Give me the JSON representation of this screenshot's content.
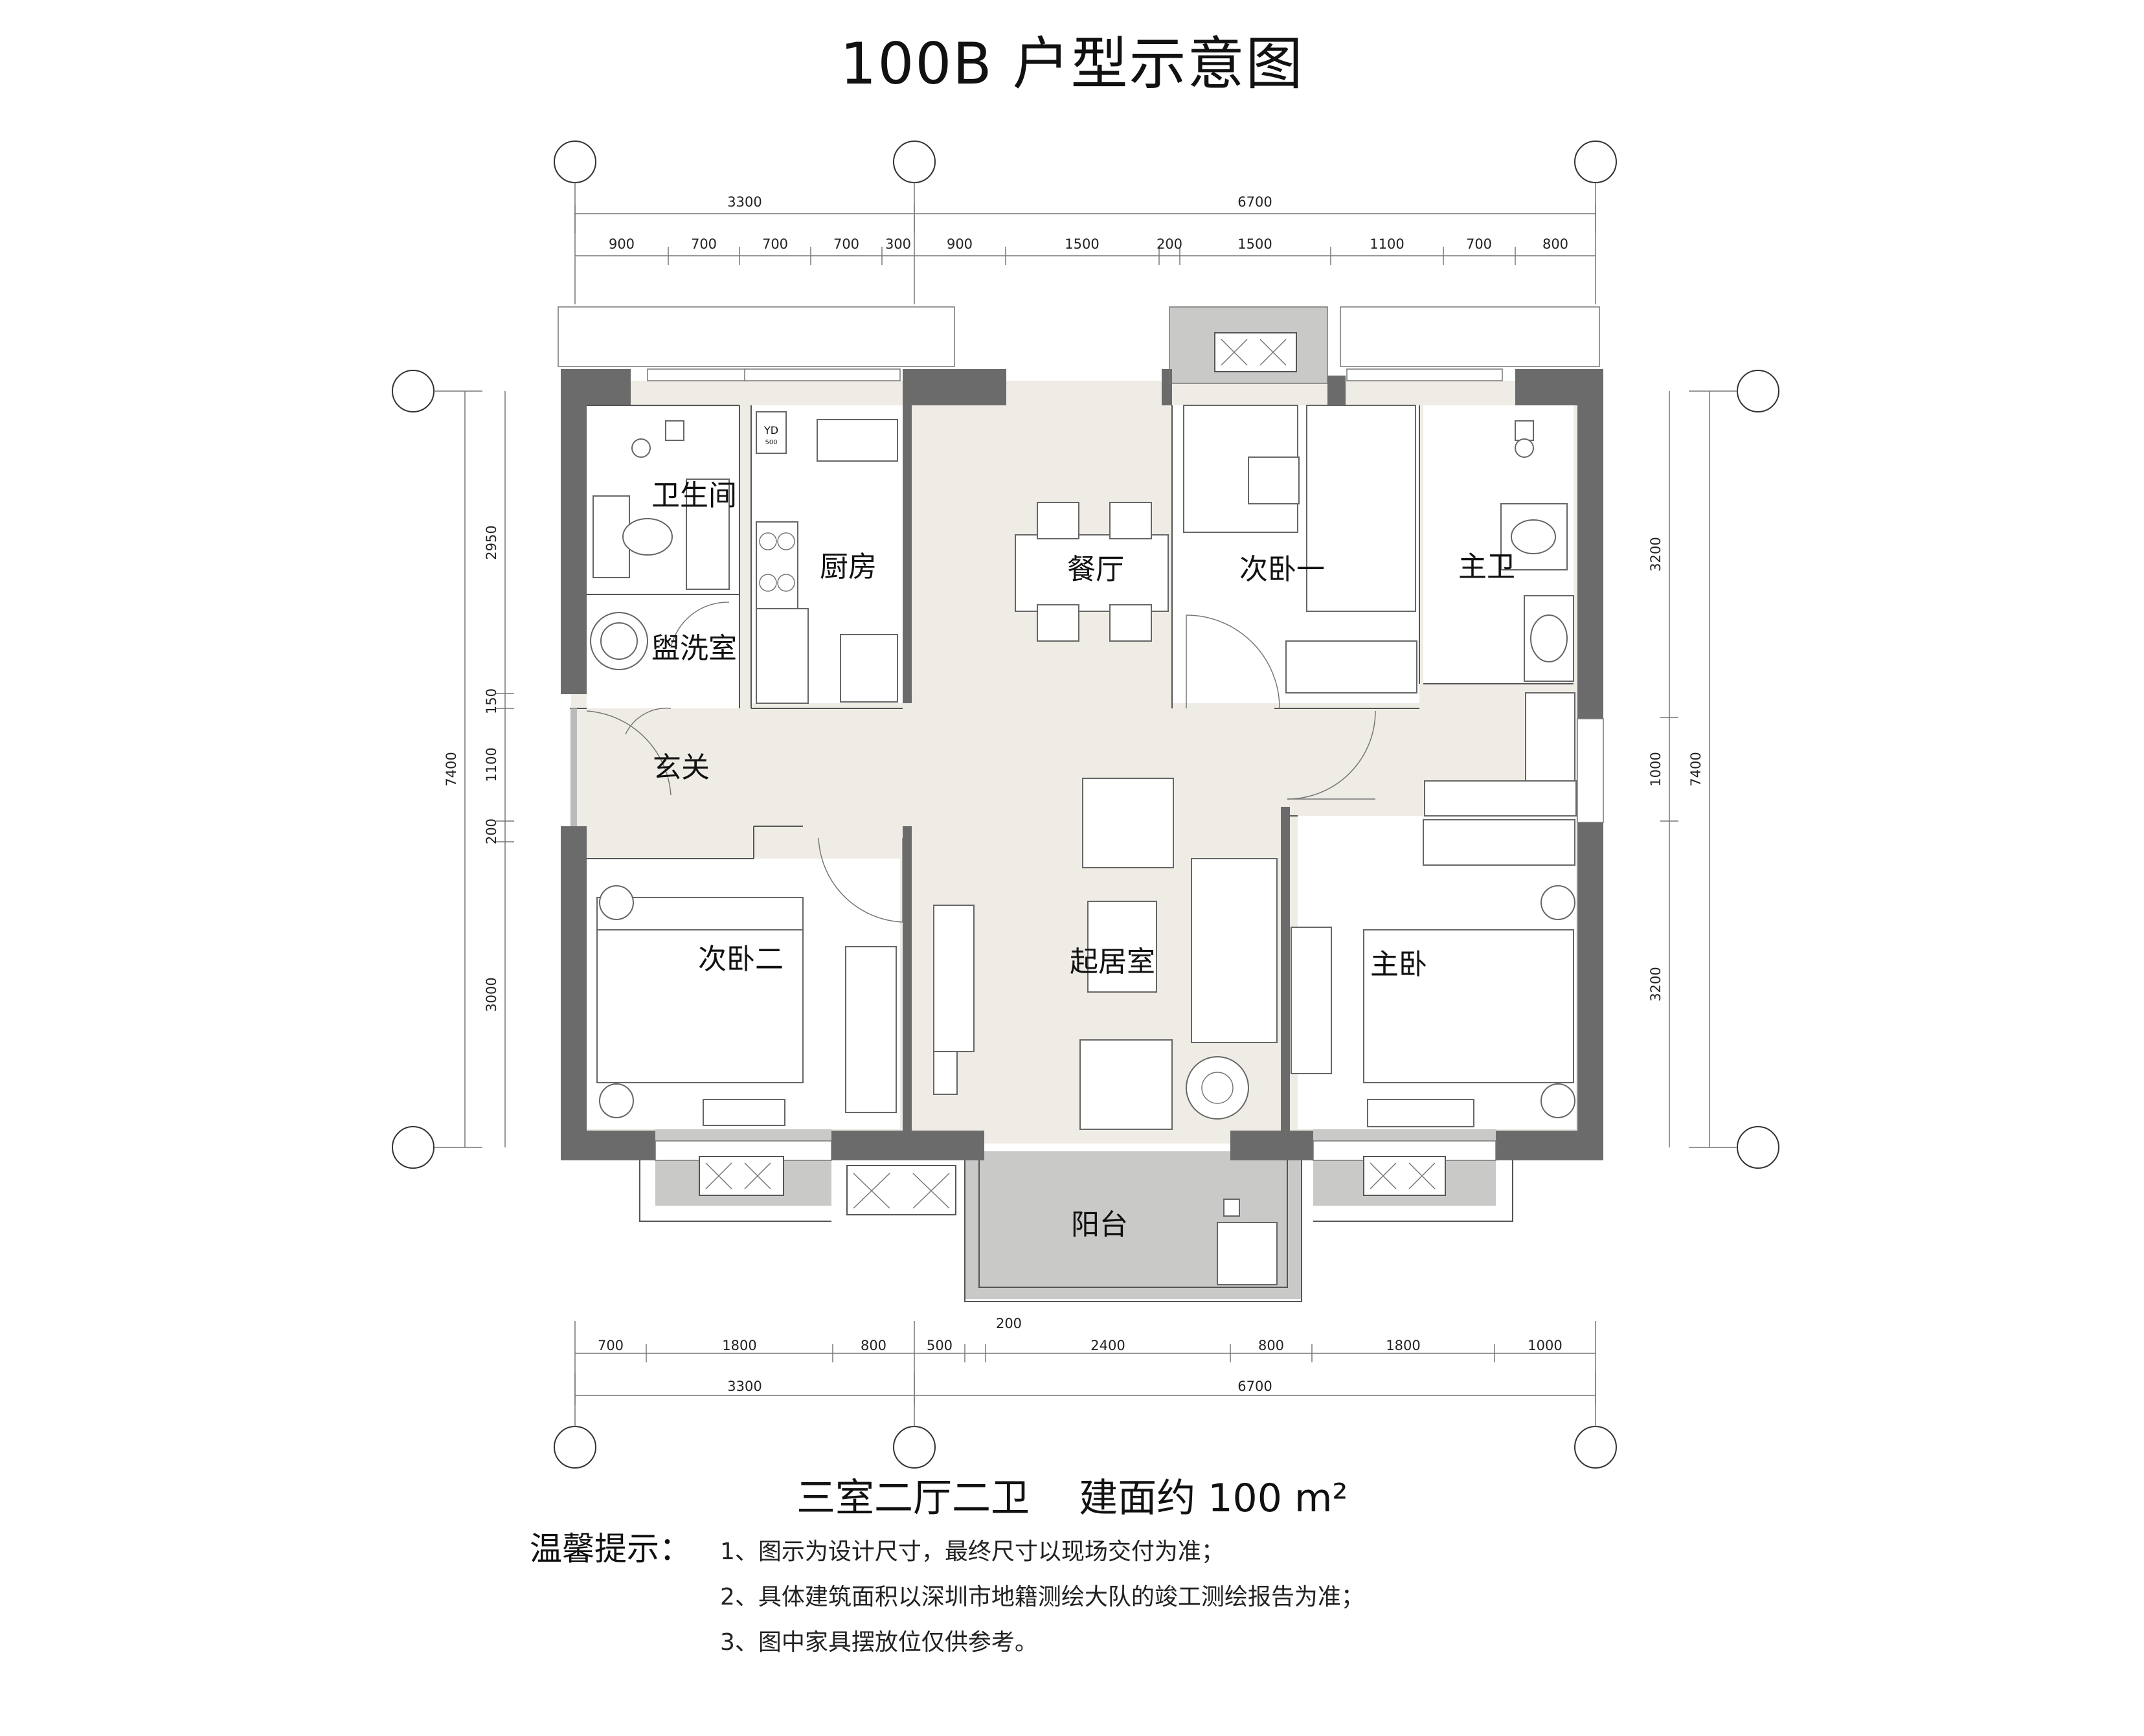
{
  "title": "100B 户型示意图",
  "rooms": {
    "bathroom": "卫生间",
    "washroom": "盥洗室",
    "kitchen": "厨房",
    "dining": "餐厅",
    "bedroom1": "次卧一",
    "master_bath": "主卫",
    "entrance": "玄关",
    "bedroom2": "次卧二",
    "living": "起居室",
    "master_bedroom": "主卧",
    "balcony": "阳台"
  },
  "fixture_label": {
    "brand": "YD",
    "size": "500"
  },
  "dimensions": {
    "top_total": [
      "3300",
      "6700"
    ],
    "top_segments": [
      "900",
      "700",
      "700",
      "700",
      "300",
      "900",
      "1500",
      "200",
      "1500",
      "1100",
      "700",
      "800"
    ],
    "bottom_segments": [
      "700",
      "1800",
      "800",
      "500",
      "200",
      "2400",
      "800",
      "1800",
      "1000"
    ],
    "bottom_total": [
      "3300",
      "6700"
    ],
    "left_total": "7400",
    "left_segments": [
      "2950",
      "150",
      "1100",
      "200",
      "3000"
    ],
    "right_segments": [
      "3200",
      "1000",
      "3200"
    ],
    "right_total": "7400"
  },
  "summary": "三室二厅二卫    建面约 100 m²",
  "notes": {
    "label": "温馨提示：",
    "items": [
      "1、图示为设计尺寸，最终尺寸以现场交付为准；",
      "2、具体建筑面积以深圳市地籍测绘大队的竣工测绘报告为准；",
      "3、图中家具摆放位仅供参考。"
    ]
  }
}
